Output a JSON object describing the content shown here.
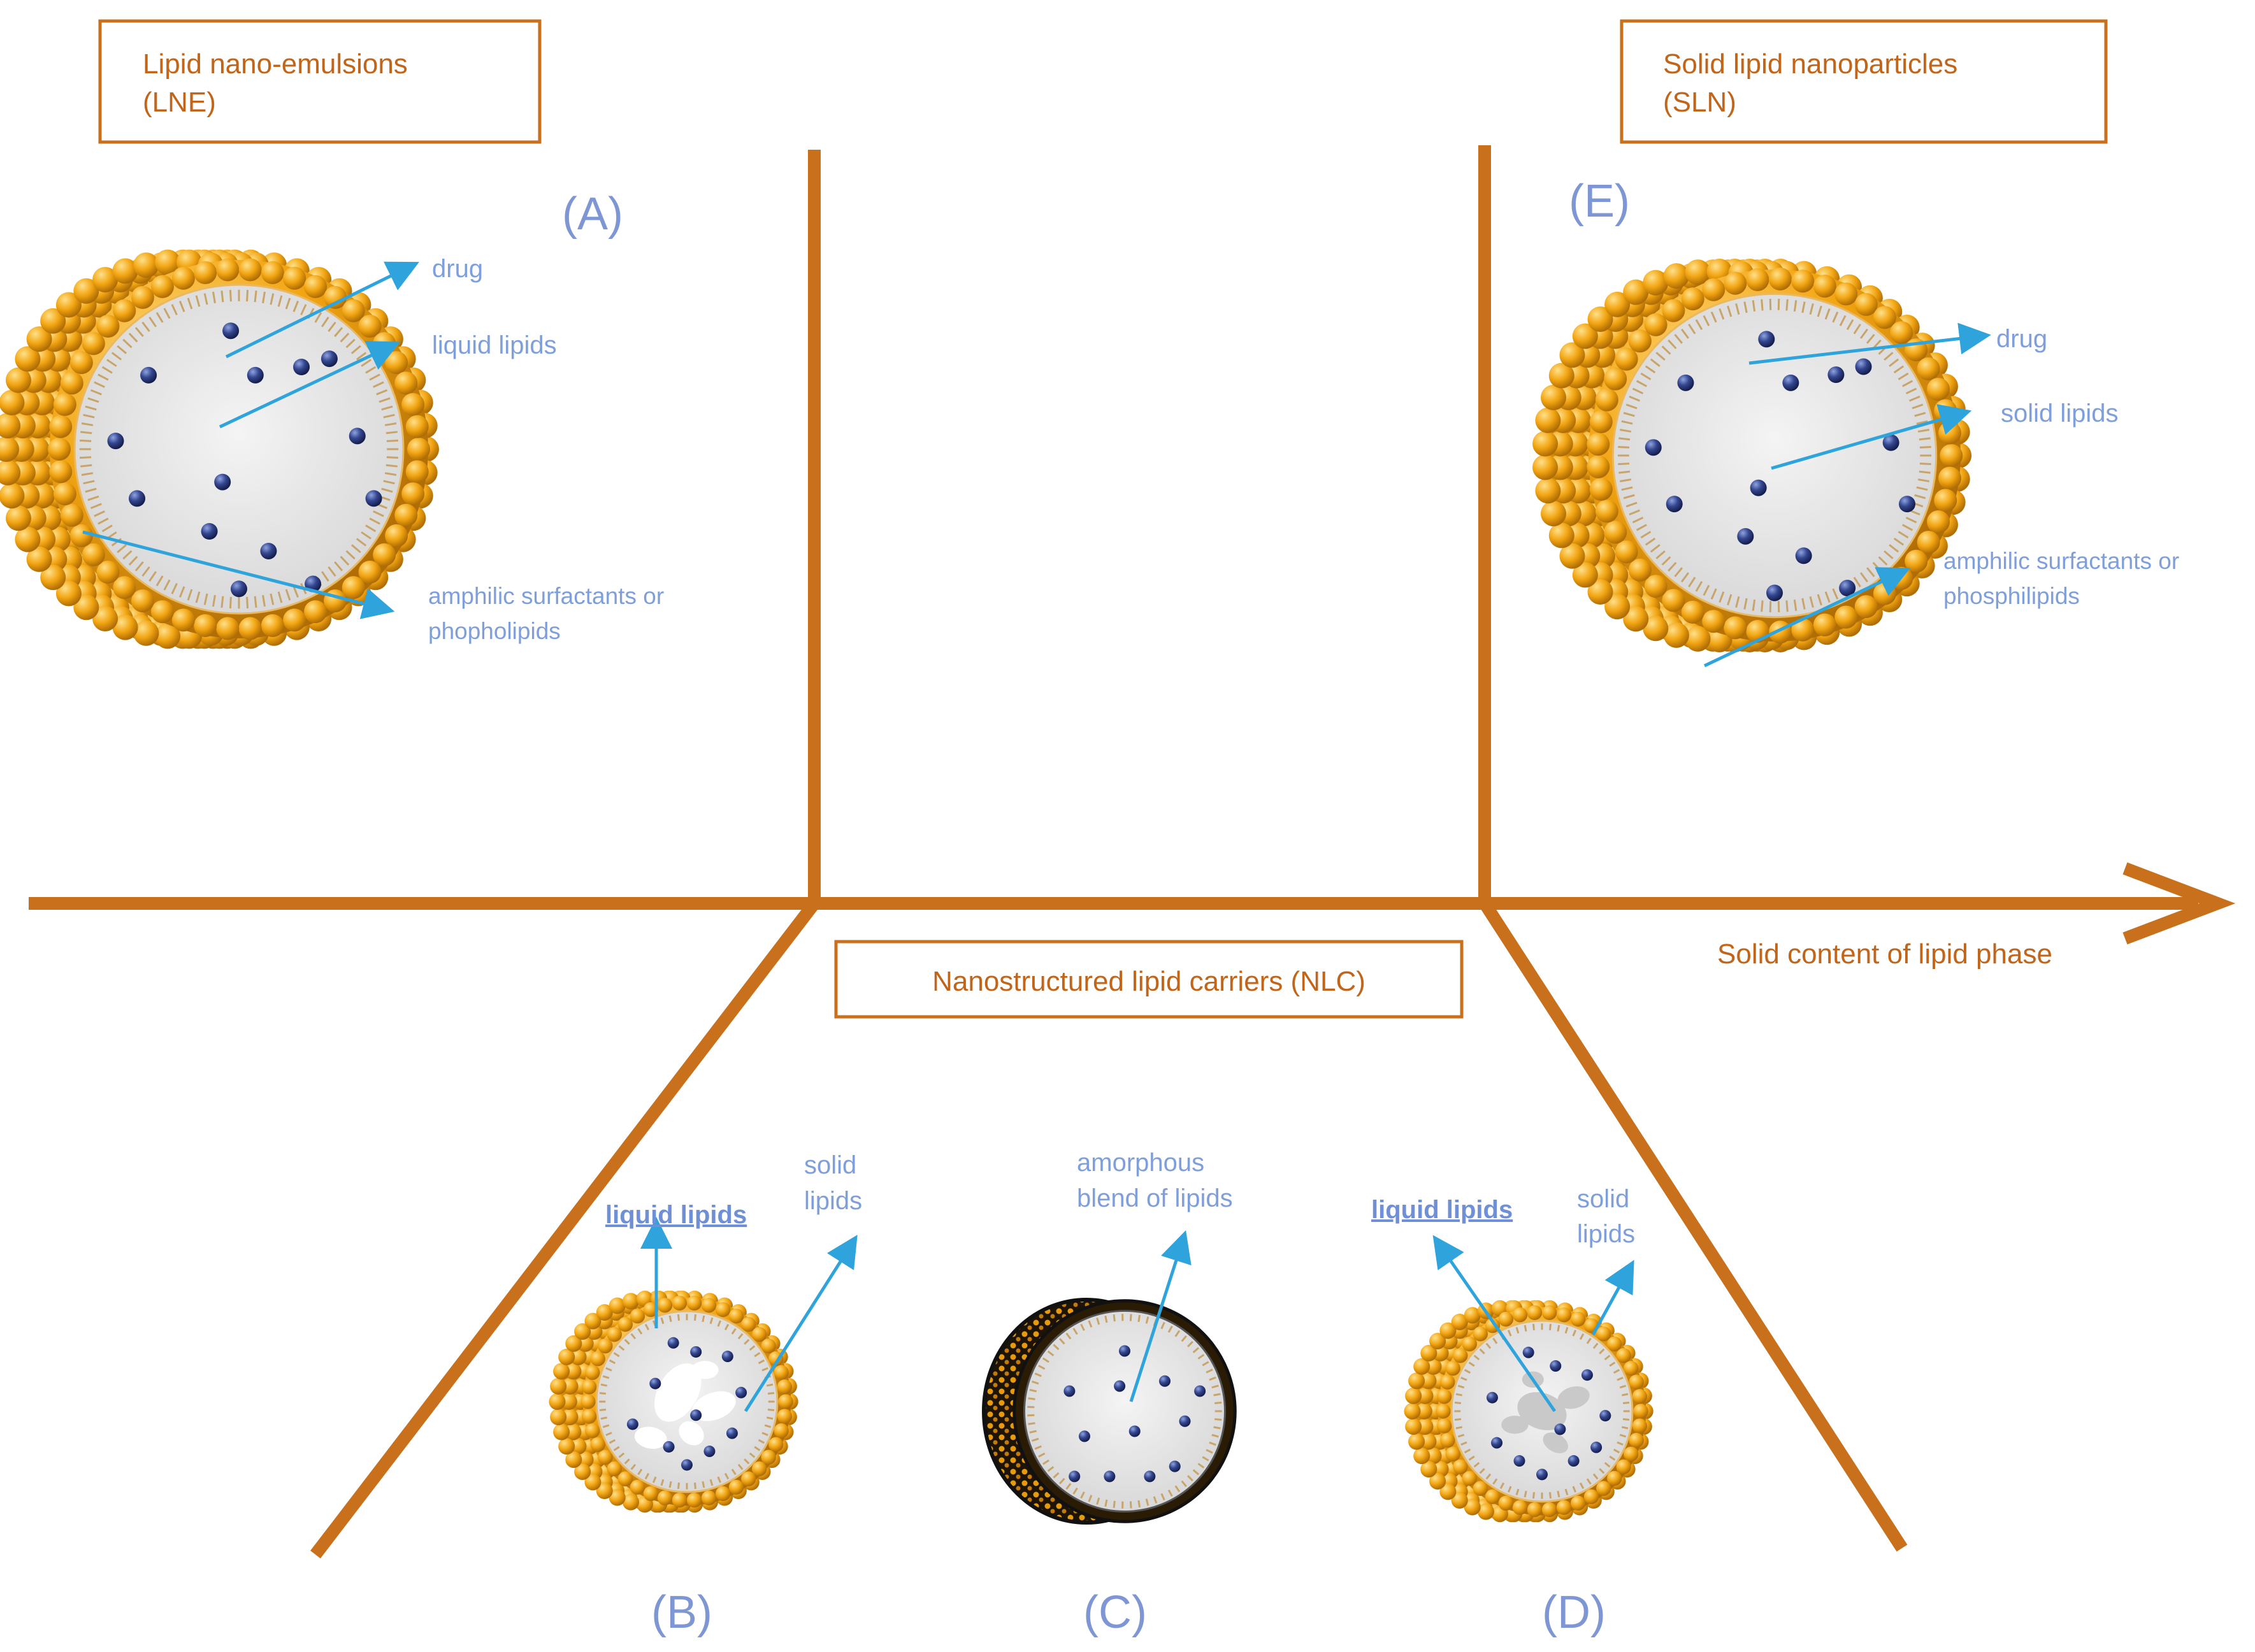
{
  "boxes": {
    "lne": {
      "line1": "Lipid nano-emulsions",
      "line2": "(LNE)"
    },
    "sln": {
      "line1": "Solid lipid nanoparticles",
      "line2": "(SLN)"
    },
    "nlc": {
      "label": "Nanostructured lipid carriers (NLC)"
    }
  },
  "axis": {
    "label": "Solid content of lipid phase"
  },
  "panels": {
    "a": {
      "label": "(A)",
      "drug": "drug",
      "liquid_lipids": "liquid lipids",
      "surfactants_line1": "amphilic surfactants or",
      "surfactants_line2": "phopholipids"
    },
    "b": {
      "label": "(B)",
      "liquid_lipids": "liquid lipids",
      "solid_line1": "solid",
      "solid_line2": "lipids"
    },
    "c": {
      "label": "(C)",
      "amorphous_line1": "amorphous",
      "amorphous_line2": "blend of lipids"
    },
    "d": {
      "label": "(D)",
      "liquid_lipids": "liquid lipids",
      "solid_line1": "solid",
      "solid_line2": "lipids"
    },
    "e": {
      "label": "(E)",
      "drug": "drug",
      "solid_lipids": "solid lipids",
      "surfactants_line1": "amphilic surfactants or",
      "surfactants_line2": "phosphilipids"
    }
  },
  "colors": {
    "frame": "#c8701c",
    "shell": "#f2a512",
    "arrow": "#2fa3dc",
    "drug_dot": "#2c3d86",
    "label": "#7e97d4"
  }
}
